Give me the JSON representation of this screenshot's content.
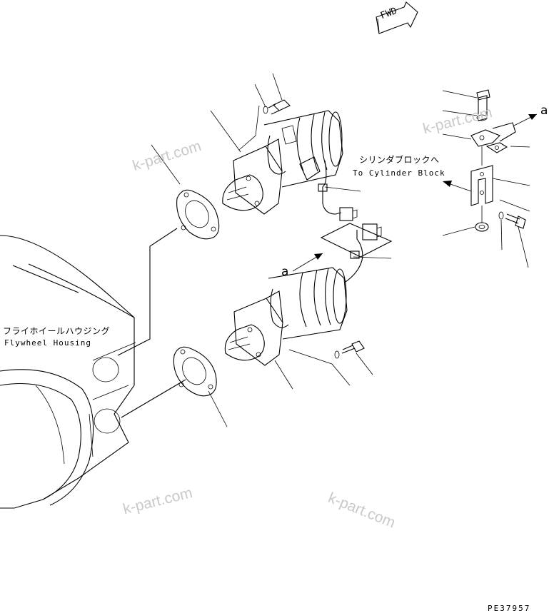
{
  "labels": {
    "fwd": "FWD",
    "flywheel_jp": "フライホイールハウジング",
    "flywheel_en": "Flywheel Housing",
    "cylinder_jp": "シリンダブロックへ",
    "cylinder_en": "To Cylinder Block",
    "callout_a": "a",
    "drawing_code": "PE37957"
  },
  "watermarks": [
    "k-part.com",
    "k-part.com",
    "k-part.com",
    "k-part.com"
  ],
  "colors": {
    "line": "#000000",
    "watermark": "#c9c9c9",
    "background": "#ffffff"
  }
}
